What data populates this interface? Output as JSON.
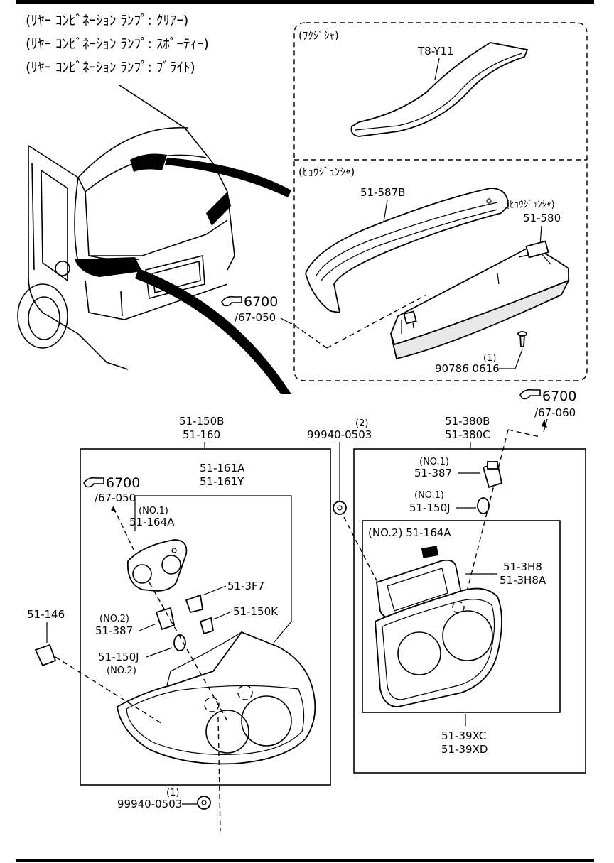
{
  "header": {
    "line1": "(ﾘﾔｰ ｺﾝﾋﾞﾈｰｼｮﾝ ﾗﾝﾌﾟ: ｸﾘｱｰ)",
    "line2": "(ﾘﾔｰ ｺﾝﾋﾞﾈｰｼｮﾝ ﾗﾝﾌﾟ: ｽﾎﾟｰﾃｨｰ)",
    "line3": "(ﾘﾔｰ ｺﾝﾋﾞﾈｰｼｮﾝ ﾗﾝﾌﾟ: ﾌﾞﾗｲﾄ)"
  },
  "top_box": {
    "section_a_label": "(ﾌｸｼﾞｼｬ)",
    "section_b_label": "(ﾋｮｳｼﾞｭﾝｼｬ)",
    "part_t8": "T8-Y11",
    "part_cover": "51-587B",
    "std_note": "(ﾋｮｳｼﾞｭﾝｼｬ)",
    "part_lamp": "51-580",
    "qty_screw": "(1)",
    "part_screw": "90786 0616",
    "ref_num": "6700",
    "ref_sub": "/67-050"
  },
  "ref_right": {
    "num": "6700",
    "sub": "/67-060"
  },
  "left_assy": {
    "part_main_1": "51-150B",
    "part_main_2": "51-160",
    "part_lens_1": "51-161A",
    "part_lens_2": "51-161Y",
    "ref_num": "6700",
    "ref_sub": "/67-050",
    "no1": "(NO.1)",
    "part_gasket": "51-164A",
    "part_3f7": "51-3F7",
    "part_150k": "51-150K",
    "no2a": "(NO.2)",
    "part_387": "51-387",
    "part_150j": "51-150J",
    "no2b": "(NO.2)",
    "part_146": "51-146",
    "qty_nut": "(1)",
    "part_nut": "99940-0503"
  },
  "mid_nut": {
    "qty": "(2)",
    "part": "99940-0503"
  },
  "right_assy": {
    "part_main_1": "51-380B",
    "part_main_2": "51-380C",
    "no1a": "(NO.1)",
    "part_387": "51-387",
    "no1b": "(NO.1)",
    "part_150j": "51-150J",
    "no2_gasket": "(NO.2) 51-164A",
    "part_3h8": "51-3H8",
    "part_3h8a": "51-3H8A",
    "part_xc": "51-39XC",
    "part_xd": "51-39XD"
  },
  "icons": {
    "ref_hand": "pointing-hand-icon"
  }
}
